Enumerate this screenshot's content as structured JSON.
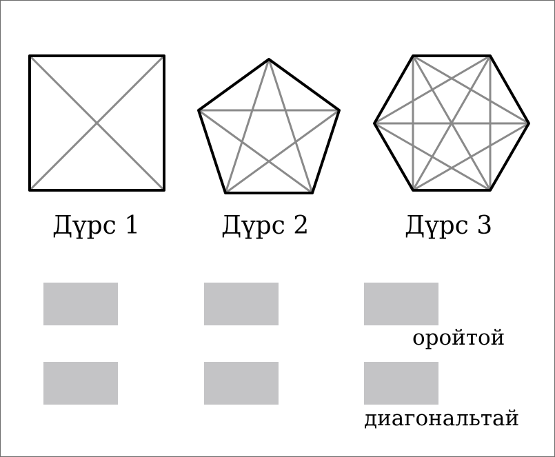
{
  "shapes": [
    {
      "id": "square",
      "label": "Дүрс 1",
      "sides": 4
    },
    {
      "id": "pentagon",
      "label": "Дүрс 2",
      "sides": 5
    },
    {
      "id": "hexagon",
      "label": "Дүрс 3",
      "sides": 6
    }
  ],
  "rows": [
    {
      "label": "оройтой"
    },
    {
      "label": "диагональтай"
    }
  ],
  "colors": {
    "outline": "#000000",
    "diagonal": "#8a8a8a",
    "answer_box": "#c4c4c6"
  }
}
